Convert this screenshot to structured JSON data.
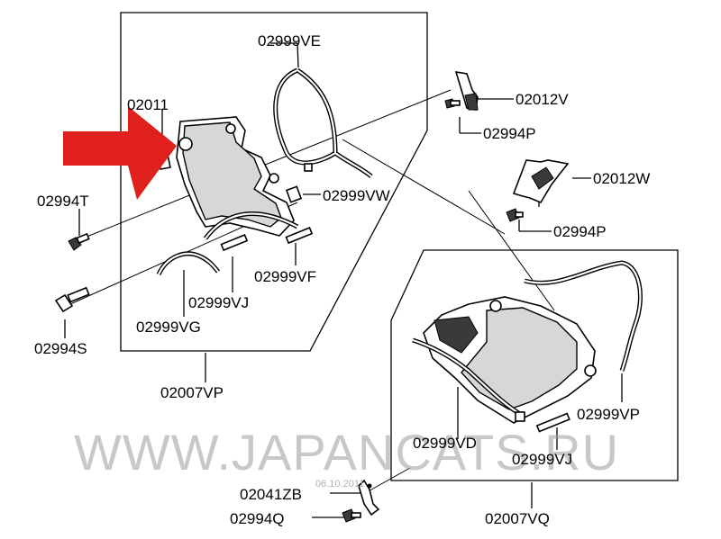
{
  "parts": {
    "p02011": "02011",
    "p02999VE": "02999VE",
    "p02012V": "02012V",
    "p02994P_top": "02994P",
    "p02012W": "02012W",
    "p02994P_mid": "02994P",
    "p02994T": "02994T",
    "p02999VW": "02999VW",
    "p02999VF": "02999VF",
    "p02999VJ_left": "02999VJ",
    "p02999VG": "02999VG",
    "p02994S": "02994S",
    "p02007VP": "02007VP",
    "p02999VP": "02999VP",
    "p02999VD": "02999VD",
    "p02999VJ_right": "02999VJ",
    "p02041ZB": "02041ZB",
    "p02994Q": "02994Q",
    "p02007VQ": "02007VQ"
  },
  "watermark": "WWW.JAPANCATS.RU",
  "date_stamp": "06.10.2011",
  "colors": {
    "arrow": "#e0201c",
    "ink": "#000000",
    "watermark": "#9a9a9a"
  }
}
